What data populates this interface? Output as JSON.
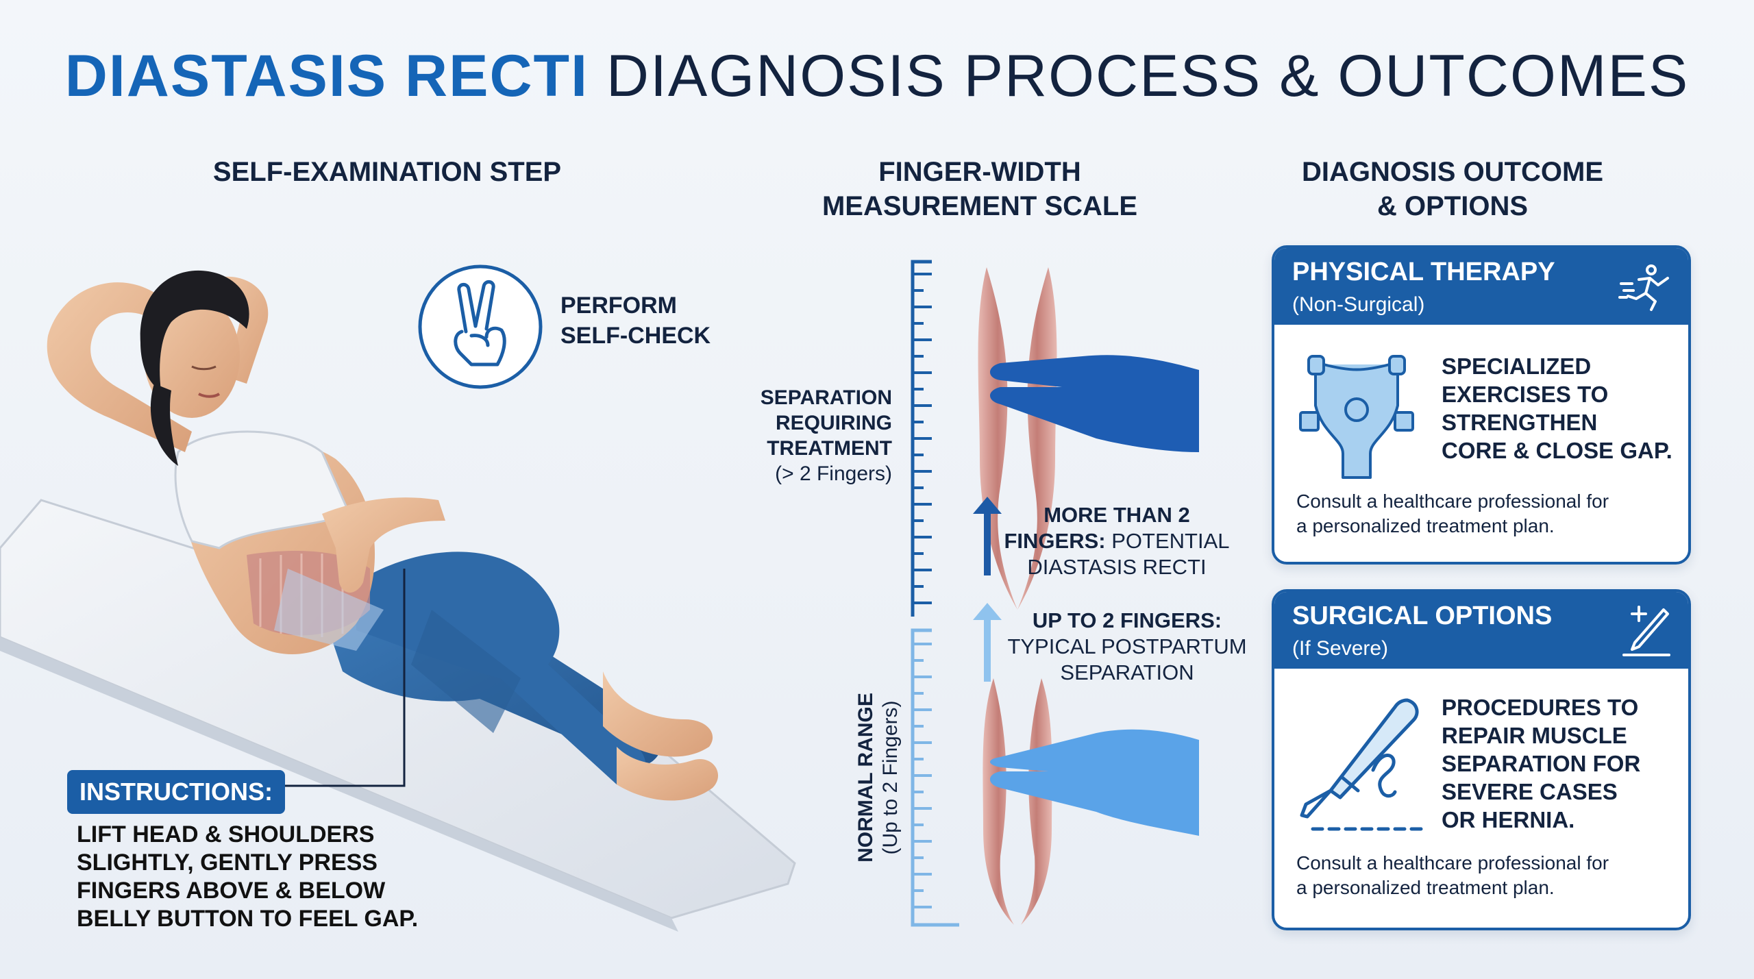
{
  "title": {
    "accent": "DIASTASIS RECTI",
    "rest": "DIAGNOSIS PROCESS & OUTCOMES"
  },
  "columns": {
    "self_exam": "SELF-EXAMINATION STEP",
    "scale_line1": "FINGER-WIDTH",
    "scale_line2": "MEASUREMENT SCALE",
    "outcome_line1": "DIAGNOSIS OUTCOME",
    "outcome_line2": "& OPTIONS"
  },
  "self_check": {
    "line1": "PERFORM",
    "line2": "SELF-CHECK",
    "icon": "two-fingers-hand-icon"
  },
  "instructions": {
    "label": "INSTRUCTIONS:",
    "line1": "LIFT HEAD & SHOULDERS",
    "line2": "SLIGHTLY, GENTLY PRESS",
    "line3": "FINGERS ABOVE & BELOW",
    "line4": "BELLY BUTTON TO FEEL GAP."
  },
  "scale": {
    "separation_l1": "SEPARATION",
    "separation_l2": "REQUIRING",
    "separation_l3": "TREATMENT",
    "separation_l4": "(> 2 Fingers)",
    "normal_l1": "NORMAL RANGE",
    "normal_l2": "(Up to 2 Fingers)",
    "more_l1": "MORE THAN 2",
    "more_l2_bold": "FINGERS:",
    "more_l2_rest": " POTENTIAL",
    "more_l3": "DIASTASIS RECTI",
    "upto_l1": "UP TO 2 FINGERS:",
    "upto_l2": "TYPICAL POSTPARTUM",
    "upto_l3": "SEPARATION"
  },
  "cards": {
    "therapy": {
      "title": "PHYSICAL THERAPY",
      "subtitle": "(Non-Surgical)",
      "body_l1": "SPECIALIZED",
      "body_l2": "EXERCISES TO",
      "body_l3": "STRENGTHEN",
      "body_l4": "CORE & CLOSE GAP.",
      "note_l1": "Consult a healthcare professional for",
      "note_l2": "a personalized treatment plan.",
      "icon": "running-person-icon",
      "body_icon": "resistance-band-icon"
    },
    "surgery": {
      "title": "SURGICAL OPTIONS",
      "subtitle": "(If Severe)",
      "body_l1": "PROCEDURES TO",
      "body_l2": "REPAIR MUSCLE",
      "body_l3": "SEPARATION FOR",
      "body_l4": "SEVERE CASES",
      "body_l5": "OR HERNIA.",
      "note_l1": "Consult a healthcare professional for",
      "note_l2": "a personalized treatment plan.",
      "icon": "scalpel-cross-icon",
      "body_icon": "scalpel-suture-icon"
    }
  },
  "colors": {
    "accent": "#1565b7",
    "navy": "#13233f",
    "card_blue": "#1b5ea6",
    "leggings": "#2f6aa8",
    "muscle": "#c98a86"
  }
}
